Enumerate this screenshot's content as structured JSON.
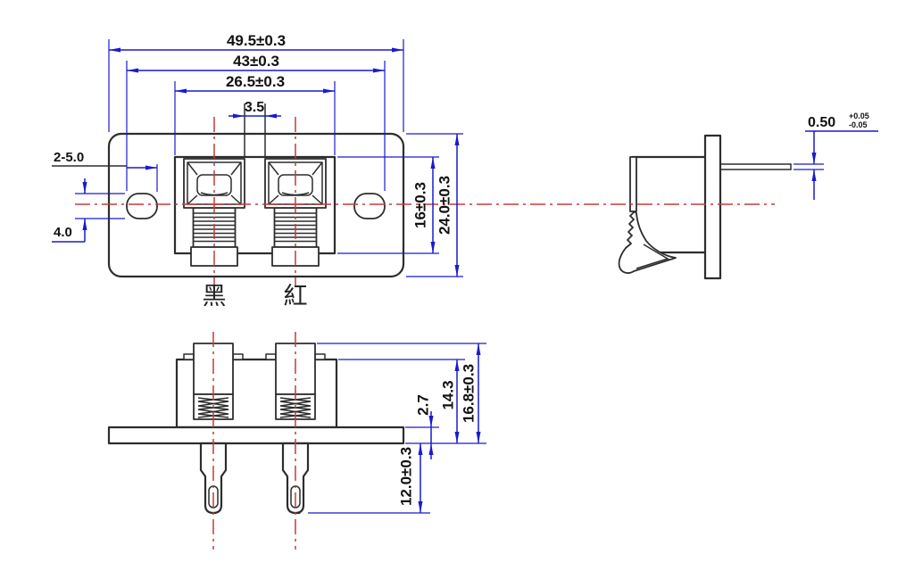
{
  "front": {
    "overall_width": "49.5±0.3",
    "slot_span": "43±0.3",
    "housing_width": "26.5±0.3",
    "button_gap": "3.5",
    "mount_slots": "2-5.0",
    "slot_height": "4.0",
    "housing_height": "16±0.3",
    "overall_height": "24.0±0.3",
    "label_left_terminal": "黑",
    "label_right_terminal": "紅"
  },
  "side": {
    "pin_thickness": "0.50",
    "pin_thickness_tol_plus": "+0.05",
    "pin_thickness_tol_minus": "-0.05"
  },
  "bottom": {
    "flange_thickness": "2.7",
    "body_height": "14.3",
    "overall_height": "16.8±0.3",
    "pin_length": "12.0±0.3"
  },
  "colors": {
    "outline": "#2d2d2d",
    "dim": "#1a1acc",
    "center": "#c23b3b",
    "text": "#111111",
    "bg": "#ffffff"
  }
}
